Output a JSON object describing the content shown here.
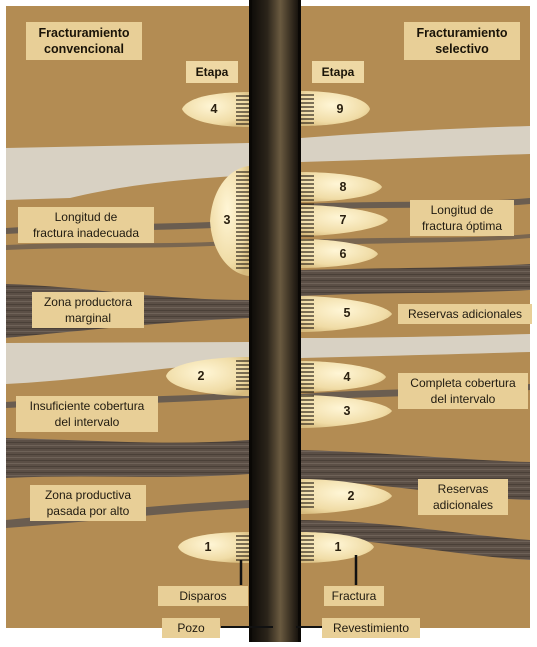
{
  "left_panel": {
    "title_line1": "Fracturamiento",
    "title_line2": "convencional",
    "etapa": "Etapa",
    "stages": [
      "4",
      "3",
      "2",
      "1"
    ],
    "labels": {
      "longitud_1": "Longitud de",
      "longitud_2": "fractura inadecuada",
      "marginal_1": "Zona productora",
      "marginal_2": "marginal",
      "insuficiente_1": "Insuficiente cobertura",
      "insuficiente_2": "del intervalo",
      "pasada_1": "Zona productiva",
      "pasada_2": "pasada por alto"
    }
  },
  "right_panel": {
    "title_line1": "Fracturamiento",
    "title_line2": "selectivo",
    "etapa": "Etapa",
    "stages": [
      "9",
      "8",
      "7",
      "6",
      "5",
      "4",
      "3",
      "2",
      "1"
    ],
    "labels": {
      "optima_1": "Longitud de",
      "optima_2": "fractura óptima",
      "reservas": "Reservas adicionales",
      "completa_1": "Completa cobertura",
      "completa_2": "del intervalo",
      "reservas2_1": "Reservas",
      "reservas2_2": "adicionales"
    }
  },
  "bottom_labels": {
    "disparos": "Disparos",
    "fractura": "Fractura",
    "pozo": "Pozo",
    "revestimiento": "Revestimiento"
  },
  "colors": {
    "sand": "#b38c53",
    "sand_light": "#e8cf97",
    "shale": "#5c5048",
    "white_layer": "#d9d2c4",
    "fracture": "#f4e6b8",
    "wellbore": "#16120c"
  }
}
